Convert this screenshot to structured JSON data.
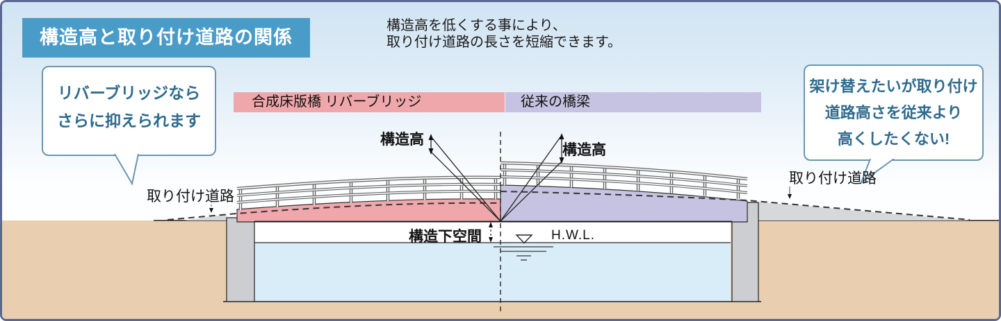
{
  "header": {
    "title": "構造高と取り付け道路の関係"
  },
  "subtitle": {
    "line1": "構造高を低くする事により、",
    "line2": "取り付け道路の長さを短縮できます。"
  },
  "bubble_left": {
    "lines": [
      "リバーブリッジなら",
      "さらに抑えられます"
    ]
  },
  "bubble_right": {
    "lines": [
      "架け替えたいが取り付け",
      "道路高さを従来より",
      "高くしたくない!"
    ]
  },
  "legend": {
    "river_bridge": {
      "label": "合成床版橋 リバーブリッジ",
      "color": "#f0a7ab"
    },
    "conventional": {
      "label": "従来の橋梁",
      "color": "#c6c3e2"
    }
  },
  "labels": {
    "structural_height_left": "構造高",
    "structural_height_right": "構造高",
    "clearance_under_bridge": "構造下空間",
    "high_water_level": "H.W.L.",
    "approach_road_left": "取り付け道路",
    "approach_road_right": "取り付け道路"
  },
  "colors": {
    "header_bg": "#4a9cc8",
    "header_text": "#ffffff",
    "bubble_border": "#6796b3",
    "bubble_text": "#2e6b8e",
    "deck_pink": "#f0a7ab",
    "deck_purple": "#c6c3e2",
    "water": "#d9edf8",
    "ground": "#e9cfb0",
    "abutment": "#ccced1",
    "embankment": "#d6d8da",
    "page_border": "#5a6790",
    "background_top": "#d2e4f3"
  }
}
